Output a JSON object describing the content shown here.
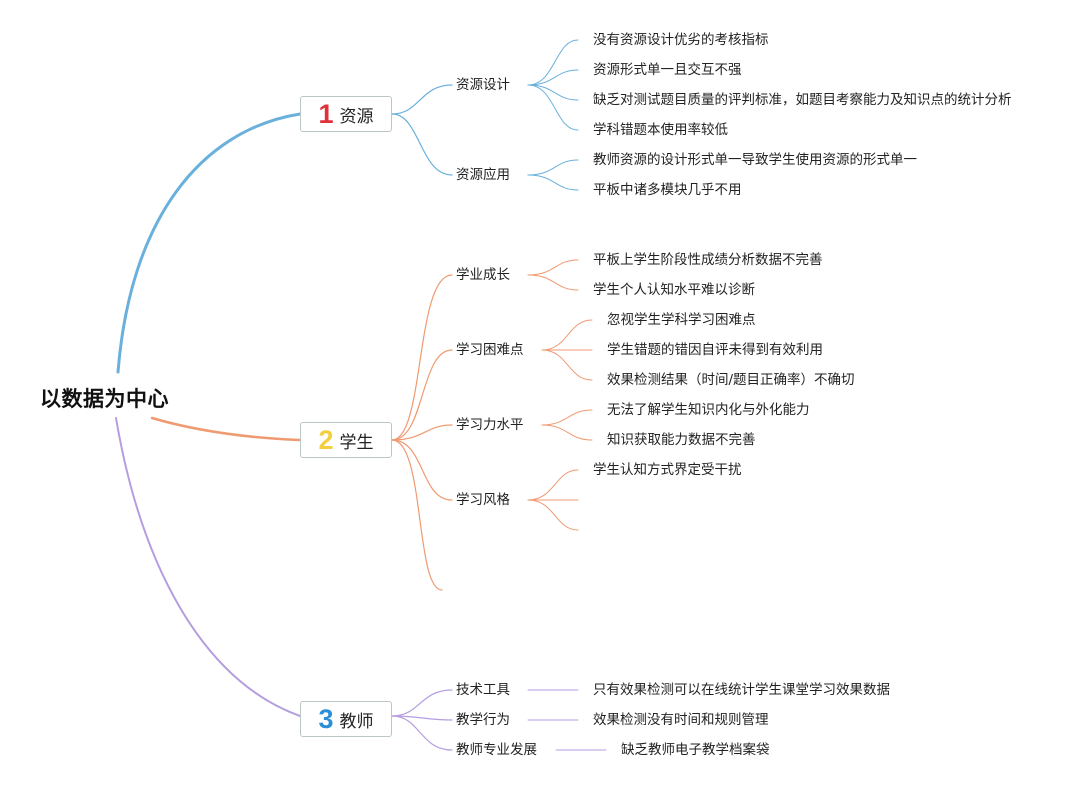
{
  "root": {
    "label": "以数据为中心"
  },
  "colors": {
    "resources": "#6ab0dc",
    "students": "#ef9a70",
    "teachers": "#b49ee0",
    "num1": "#e0303a",
    "num2": "#f4cf3c",
    "num3": "#2a8fd6"
  },
  "branches": [
    {
      "number": "1",
      "label": "资源",
      "children": [
        {
          "label": "资源设计",
          "leaves": [
            "没有资源设计优劣的考核指标",
            "资源形式单一且交互不强",
            "缺乏对测试题目质量的评判标准，如题目考察能力及知识点的统计分析",
            "学科错题本使用率较低"
          ]
        },
        {
          "label": "资源应用",
          "leaves": [
            "教师资源的设计形式单一导致学生使用资源的形式单一",
            "平板中诸多模块几乎不用"
          ]
        }
      ]
    },
    {
      "number": "2",
      "label": "学生",
      "children": [
        {
          "label": "学业成长",
          "leaves": [
            "平板上学生阶段性成绩分析数据不完善",
            "学生个人认知水平难以诊断"
          ]
        },
        {
          "label": "学习困难点",
          "leaves": [
            "忽视学生学科学习困难点",
            "学生错题的错因自评未得到有效利用",
            "效果检测结果（时间/题目正确率）不确切"
          ]
        },
        {
          "label": "学习力水平",
          "leaves": [
            "无法了解学生知识内化与外化能力",
            "知识获取能力数据不完善"
          ]
        },
        {
          "label": "学习风格",
          "leaves": [
            "学生认知方式界定受干扰"
          ]
        }
      ]
    },
    {
      "number": "3",
      "label": "教师",
      "children": [
        {
          "label": "技术工具",
          "leaves": [
            "只有效果检测可以在线统计学生课堂学习效果数据"
          ]
        },
        {
          "label": "教学行为",
          "leaves": [
            "效果检测没有时间和规则管理"
          ]
        },
        {
          "label": "教师专业发展",
          "leaves": [
            "缺乏教师电子教学档案袋"
          ]
        }
      ]
    }
  ]
}
